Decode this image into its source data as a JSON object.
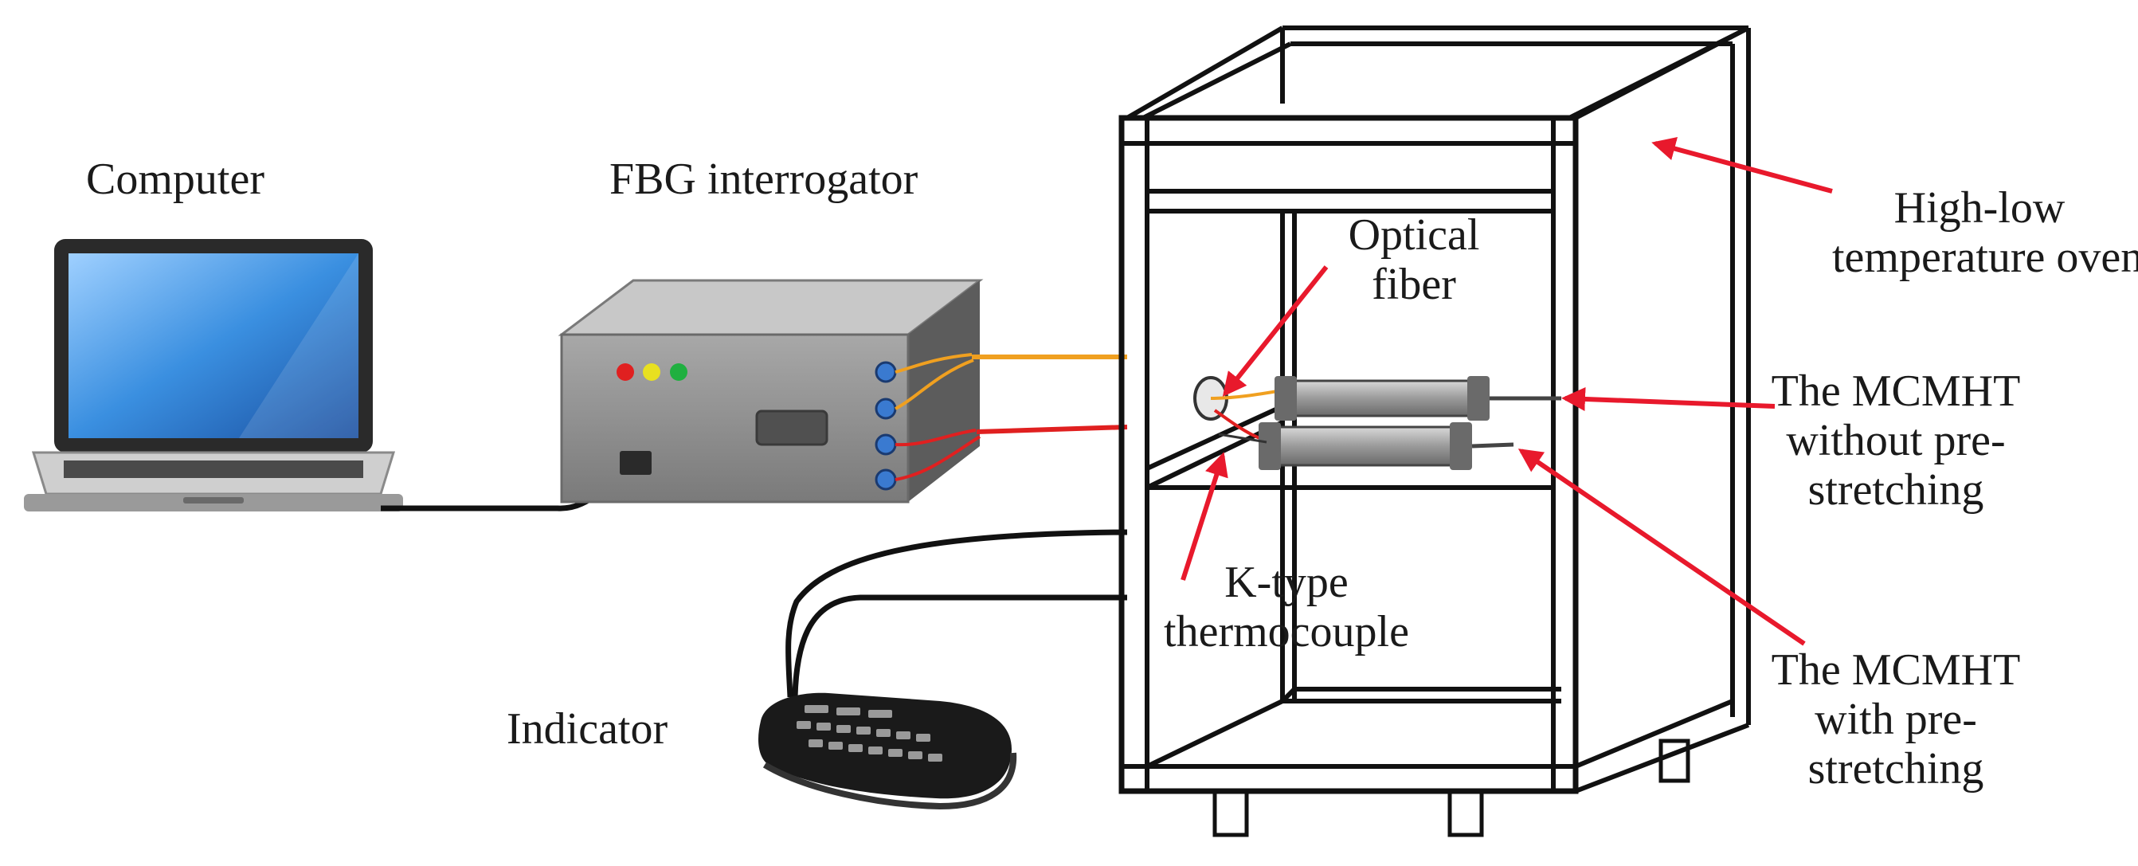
{
  "labels": {
    "computer": "Computer",
    "interrogator": "FBG interrogator",
    "oven_line1": "High-low",
    "oven_line2": "temperature oven",
    "optical_line1": "Optical",
    "optical_line2": "fiber",
    "mcmht_without_line1": "The MCMHT",
    "mcmht_without_line2": "without pre-",
    "mcmht_without_line3": "stretching",
    "ktype_line1": "K-type",
    "ktype_line2": "thermocouple",
    "mcmht_with_line1": "The MCMHT",
    "mcmht_with_line2": "with pre-",
    "mcmht_with_line3": "stretching",
    "indicator": "Indicator"
  },
  "colors": {
    "arrow": "#e8192c",
    "fiber_orange": "#f0a020",
    "thermocouple_red": "#e02020",
    "cable": "#111111",
    "screen_blue": "#3a8fe0",
    "interrogator_body": "#8a8a8a"
  },
  "icons": [
    "laptop-icon",
    "interrogator-icon",
    "oven-icon",
    "indicator-icon",
    "sensor-tube-icon"
  ]
}
